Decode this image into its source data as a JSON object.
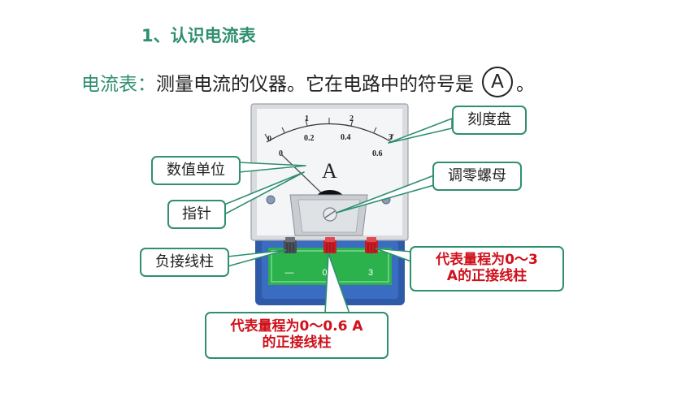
{
  "heading": "1、认识电流表",
  "definition": {
    "term": "电流表",
    "colon": "：",
    "text": "测量电流的仪器。它在电路中的符号是",
    "symbol": "A",
    "end": "。"
  },
  "meter": {
    "scale_top_labels": [
      "0",
      "1",
      "2",
      "3"
    ],
    "scale_bottom_labels": [
      "0",
      "0.2",
      "0.4",
      "0.6"
    ],
    "unit": "A",
    "terminal_labels": [
      "—",
      "0.6",
      "3"
    ]
  },
  "callouts": {
    "dial": "刻度盘",
    "unit": "数值单位",
    "zero_adjust": "调零螺母",
    "pointer": "指针",
    "negative": "负接线柱",
    "pos3": [
      "代表量程为0～3",
      "A的正接线柱"
    ],
    "pos06": [
      "代表量程为0～0.6 A",
      "的正接线柱"
    ]
  },
  "colors": {
    "accent": "#2f8f6f",
    "warning": "#d0101a",
    "base_blue": "#2e5aa8",
    "board_green": "#2bb24c"
  }
}
